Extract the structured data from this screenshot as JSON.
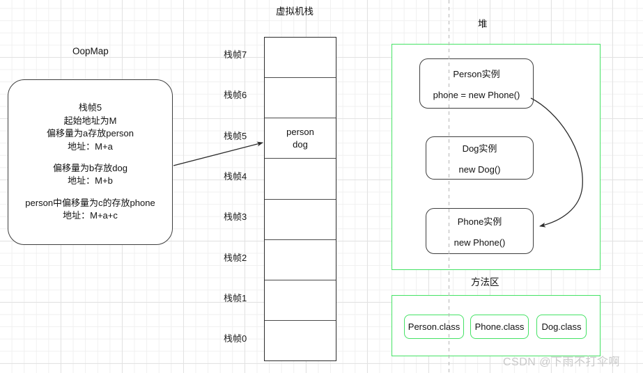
{
  "diagram": {
    "background": {
      "grid_color": "#e2e2e2",
      "page_color": "#ffffff"
    },
    "oopmap": {
      "title": "OopMap",
      "lines_group1": [
        "栈帧5",
        "起始地址为M",
        "偏移量为a存放person",
        "地址：M+a"
      ],
      "lines_group2": [
        "偏移量为b存放dog",
        "地址：M+b"
      ],
      "lines_group3": [
        "person中偏移量为c的存放phone",
        "地址：M+a+c"
      ]
    },
    "stack": {
      "title": "虚拟机栈",
      "frames": [
        {
          "label": "栈帧7",
          "contents": []
        },
        {
          "label": "栈帧6",
          "contents": []
        },
        {
          "label": "栈帧5",
          "contents": [
            "person",
            "dog"
          ]
        },
        {
          "label": "栈帧4",
          "contents": []
        },
        {
          "label": "栈帧3",
          "contents": []
        },
        {
          "label": "栈帧2",
          "contents": []
        },
        {
          "label": "栈帧1",
          "contents": []
        },
        {
          "label": "栈帧0",
          "contents": []
        }
      ]
    },
    "heap": {
      "title": "堆",
      "border_color": "#44e264",
      "instances": [
        {
          "name": "Person实例",
          "detail": "phone = new Phone()"
        },
        {
          "name": "Dog实例",
          "detail": "new Dog()"
        },
        {
          "name": "Phone实例",
          "detail": "new Phone()"
        }
      ]
    },
    "method_area": {
      "title": "方法区",
      "border_color": "#44e264",
      "classes": [
        "Person.class",
        "Phone.class",
        "Dog.class"
      ]
    },
    "watermark": "CSDN @下雨不打伞啊"
  }
}
